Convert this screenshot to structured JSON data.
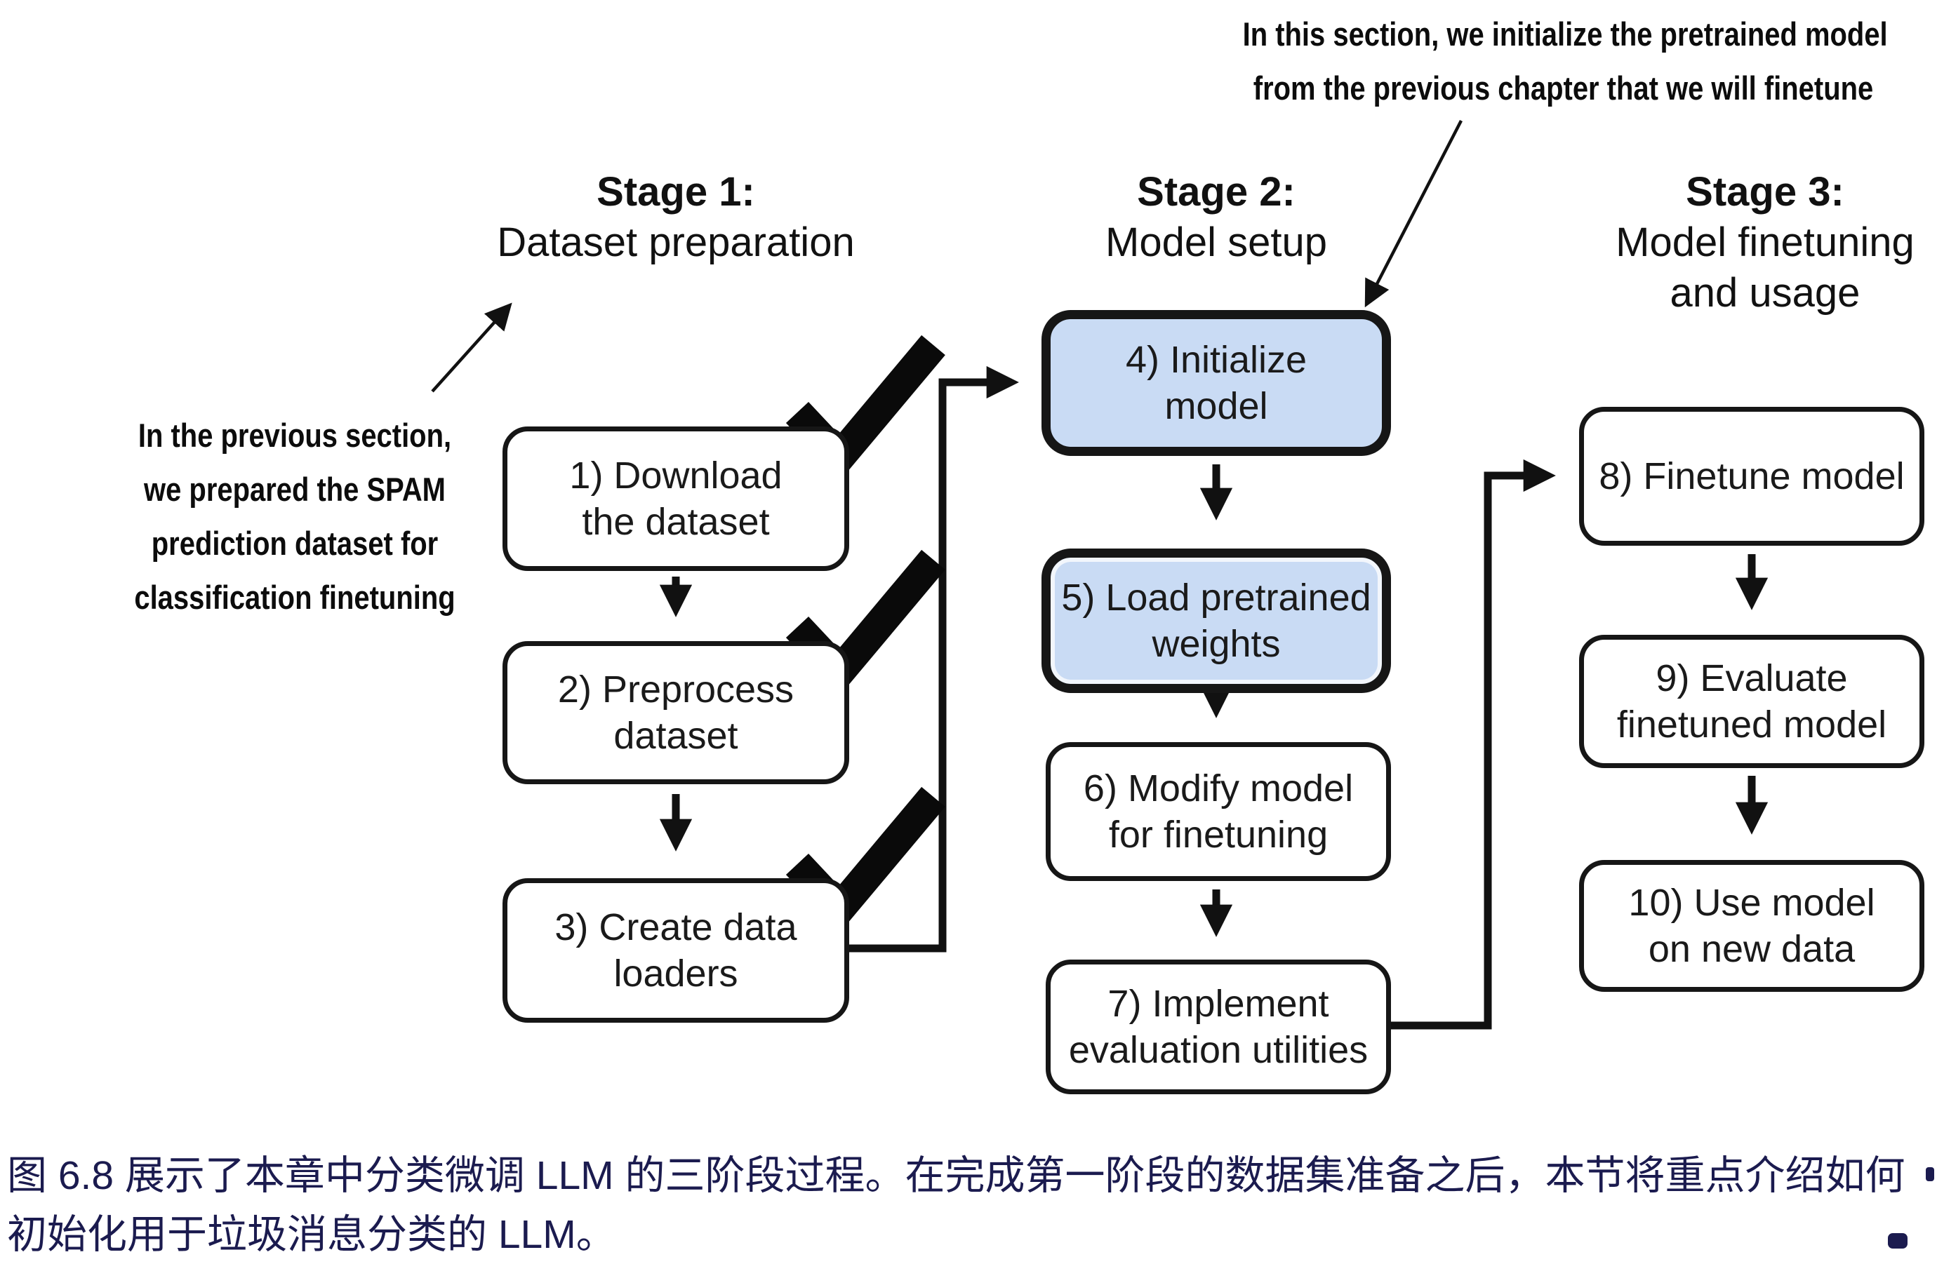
{
  "colors": {
    "background": "#ffffff",
    "box_border": "#161616",
    "box_fill_default": "#ffffff",
    "box_fill_highlight": "#c9dbf4",
    "diagram_text": "#1a1a1a",
    "caption_text": "#1b1b4f",
    "arrow": "#111111",
    "checkmark": "#0a0a0a"
  },
  "icons": {
    "checkmark": "✓",
    "flow-arrow": "→"
  },
  "annotations": {
    "top_note": {
      "lines": [
        "In this section, we initialize the pretrained model",
        "from the previous chapter that we will finetune"
      ]
    },
    "left_note": {
      "lines": [
        "In the previous section,",
        "we prepared the SPAM",
        "prediction dataset for",
        "classification finetuning"
      ]
    }
  },
  "stages": [
    {
      "title": "Stage 1:",
      "subtitle_lines": [
        "Dataset preparation",
        ""
      ]
    },
    {
      "title": "Stage 2:",
      "subtitle_lines": [
        "Model setup",
        ""
      ]
    },
    {
      "title": "Stage 3:",
      "subtitle_lines": [
        "Model finetuning",
        "and usage"
      ]
    }
  ],
  "boxes": [
    {
      "label": "1) Download\nthe dataset",
      "checked": true,
      "highlighted": false
    },
    {
      "label": "2) Preprocess\ndataset",
      "checked": true,
      "highlighted": false
    },
    {
      "label": "3) Create data\nloaders",
      "checked": true,
      "highlighted": false
    },
    {
      "label": "4) Initialize\nmodel",
      "checked": false,
      "highlighted": true
    },
    {
      "label": "5) Load pretrained\nweights",
      "checked": false,
      "highlighted": true
    },
    {
      "label": "6) Modify model\nfor finetuning",
      "checked": false,
      "highlighted": false
    },
    {
      "label": "7) Implement\nevaluation utilities",
      "checked": false,
      "highlighted": false
    },
    {
      "label": "8) Finetune model",
      "checked": false,
      "highlighted": false
    },
    {
      "label": "9) Evaluate\nfinetuned model",
      "checked": false,
      "highlighted": false
    },
    {
      "label": "10) Use model\non new data",
      "checked": false,
      "highlighted": false
    }
  ],
  "caption": {
    "figure_number": "图 6.8",
    "lines": [
      "图 6.8 展示了本章中分类微调 LLM 的三阶段过程。在完成第一阶段的数据集准备之后，本节将重点介绍如何",
      "初始化用于垃圾消息分类的 LLM。"
    ]
  }
}
